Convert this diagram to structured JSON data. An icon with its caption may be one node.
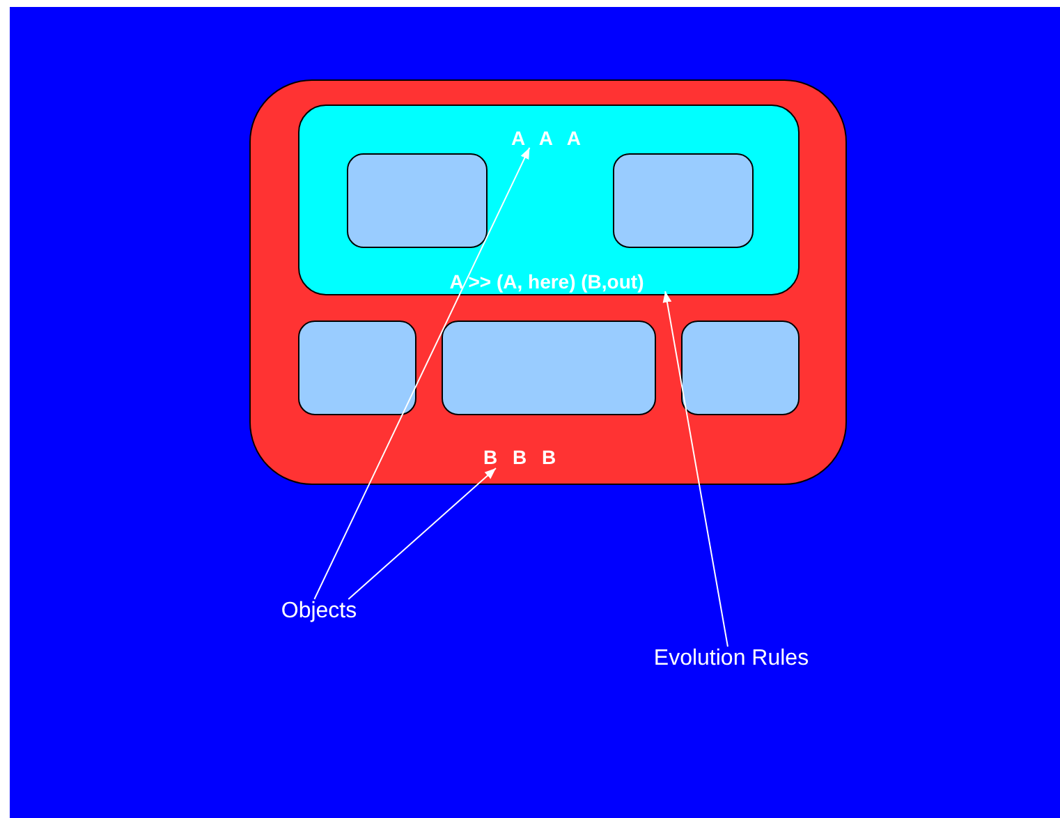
{
  "diagram": {
    "nodes": [
      {
        "text": [],
        "shape": "box"
      },
      {
        "text": [],
        "shape": "box",
        "in": 0
      },
      {
        "text": [
          "A A A"
        ],
        "in": 1
      },
      {
        "text": [],
        "shape": "box",
        "in": 1
      },
      {
        "text": [],
        "shape": "box",
        "in": 1
      },
      {
        "text": [
          "A >> (A, here) (B,out)"
        ],
        "in": 1
      },
      {
        "text": [],
        "shape": "box",
        "in": 0
      },
      {
        "text": [],
        "shape": "box",
        "in": 0
      },
      {
        "text": [],
        "shape": "box",
        "in": 0
      },
      {
        "text": [
          "B B B"
        ],
        "in": 0
      },
      {
        "text": [
          "Objects"
        ]
      },
      {
        "text": [
          "Evolution Rules"
        ]
      }
    ],
    "edges": [
      {
        "from": 10,
        "to": 2,
        "arrow": "to"
      },
      {
        "from": 10,
        "to": 9,
        "arrow": "to"
      },
      {
        "from": 11,
        "to": 5,
        "arrow": "to"
      }
    ]
  }
}
